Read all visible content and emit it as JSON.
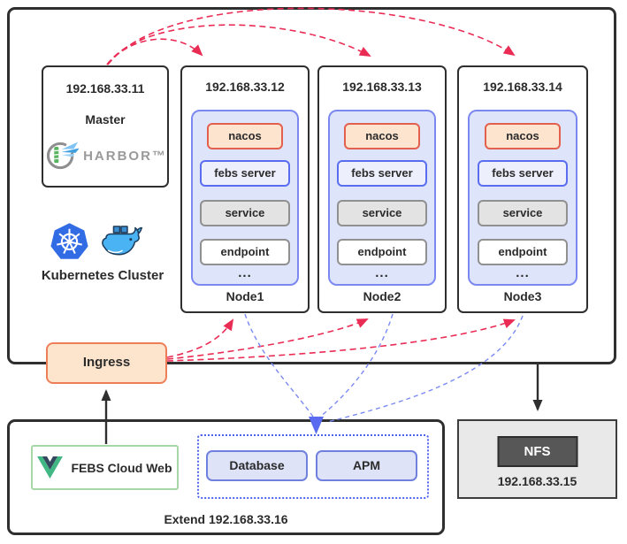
{
  "cluster": {
    "caption": "Kubernetes Cluster",
    "master": {
      "ip": "192.168.33.11",
      "role": "Master",
      "registry": "HARBOR™"
    },
    "nodes": [
      {
        "ip": "192.168.33.12",
        "name": "Node1",
        "pods": [
          "nacos",
          "febs server",
          "service",
          "endpoint"
        ],
        "more": "..."
      },
      {
        "ip": "192.168.33.13",
        "name": "Node2",
        "pods": [
          "nacos",
          "febs server",
          "service",
          "endpoint"
        ],
        "more": "..."
      },
      {
        "ip": "192.168.33.14",
        "name": "Node3",
        "pods": [
          "nacos",
          "febs server",
          "service",
          "endpoint"
        ],
        "more": "..."
      }
    ],
    "ingress": "Ingress"
  },
  "extend": {
    "web": "FEBS Cloud Web",
    "services": [
      "Database",
      "APM"
    ],
    "caption": "Extend 192.168.33.16"
  },
  "nfs": {
    "label": "NFS",
    "ip": "192.168.33.15"
  },
  "colors": {
    "arrow_red": "#ea2c55",
    "arrow_blue": "#7b8af2",
    "arrow_black": "#2f2f2f",
    "border_dark": "#2f2f2f",
    "ingress_fill": "#fde5cd",
    "ingress_border": "#ee7e58",
    "nacos_fill": "#fce4cf",
    "nacos_border": "#e4604e",
    "pod_container_fill": "#dee4f9",
    "pod_container_border": "#7b88f0",
    "service_fill": "#e3e3e3",
    "febs_border": "#5a6df1",
    "db_fill": "#dee3f8",
    "db_border": "#7080dd",
    "dotted_border": "#4f63ee",
    "web_border": "#a6d7a6",
    "nfs_fill": "#e9e9e9",
    "nfs_inner_fill": "#575757",
    "kubernetes_blue": "#326ce5",
    "docker_blue": "#4ab3f4",
    "vue_green": "#41b883",
    "vue_dark": "#35495e",
    "harbor_gray": "#9a9a9a"
  }
}
